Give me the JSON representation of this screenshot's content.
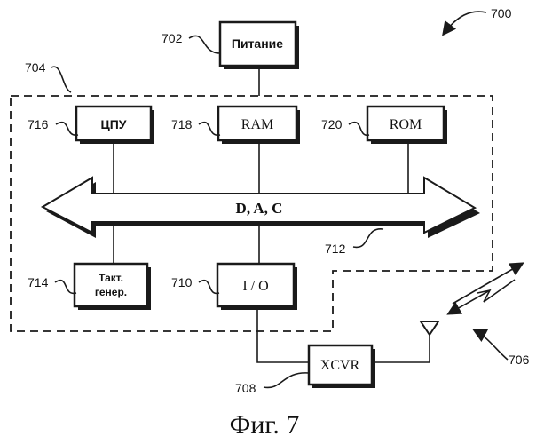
{
  "figure": {
    "caption": "Фиг. 7",
    "system_ref": "700"
  },
  "blocks": {
    "power": {
      "label": "Питание",
      "ref": "702"
    },
    "cpu": {
      "label": "ЦПУ",
      "ref": "716"
    },
    "ram": {
      "label": "RAM",
      "ref": "718"
    },
    "rom": {
      "label": "ROM",
      "ref": "720"
    },
    "clock": {
      "label_line1": "Такт.",
      "label_line2": "генер.",
      "ref": "714"
    },
    "io": {
      "label": "I / O",
      "ref": "710"
    },
    "xcvr": {
      "label": "XCVR",
      "ref": "708"
    }
  },
  "bus": {
    "label": "D,  A,  C",
    "ref": "712"
  },
  "regions": {
    "main_unit_ref": "704",
    "wireless_ref": "706"
  }
}
